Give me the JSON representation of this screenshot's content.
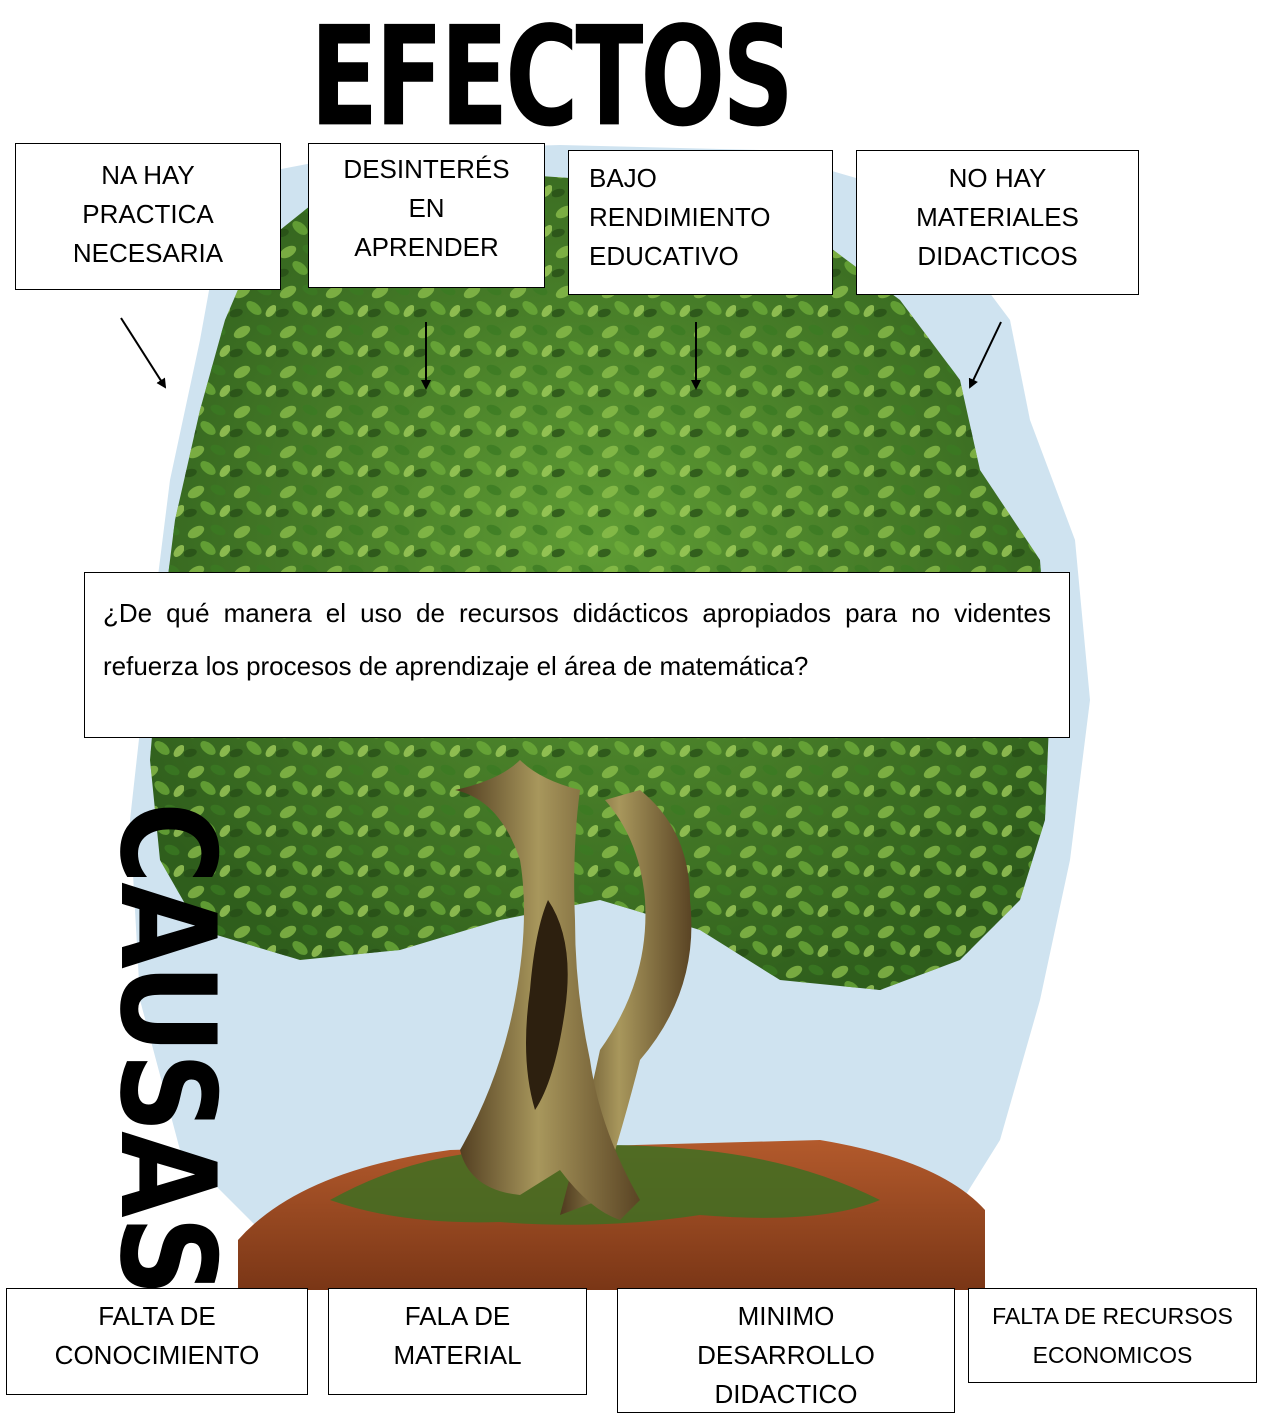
{
  "titles": {
    "effects": "EFECTOS",
    "causes": "CAUSAS"
  },
  "effects": [
    {
      "lines": [
        "NA HAY",
        "PRACTICA",
        "NECESARIA"
      ]
    },
    {
      "lines": [
        "DESINTERÉS",
        "EN",
        "APRENDER"
      ]
    },
    {
      "lines": [
        "BAJO",
        "RENDIMIENTO",
        "EDUCATIVO"
      ]
    },
    {
      "lines": [
        "NO HAY",
        "MATERIALES",
        "DIDACTICOS"
      ]
    }
  ],
  "problem": "¿De qué manera el uso de recursos didácticos apropiados para no videntes refuerza los procesos de aprendizaje el área de matemática?",
  "causes": [
    {
      "lines": [
        "FALTA DE",
        "CONOCIMIENTO"
      ]
    },
    {
      "lines": [
        "FALA DE",
        "MATERIAL"
      ]
    },
    {
      "lines": [
        "MINIMO",
        "DESARROLLO",
        "DIDACTICO"
      ]
    },
    {
      "lines": [
        "FALTA DE RECURSOS",
        "ECONOMICOS"
      ]
    }
  ],
  "colors": {
    "sky": "#cfe3f0",
    "foliage_dark": "#2f5e1c",
    "foliage": "#4f8a2c",
    "foliage_light": "#8fc24d",
    "trunk": "#7d6a3c",
    "soil": "#9c4a22",
    "moss": "#3f6e22"
  }
}
